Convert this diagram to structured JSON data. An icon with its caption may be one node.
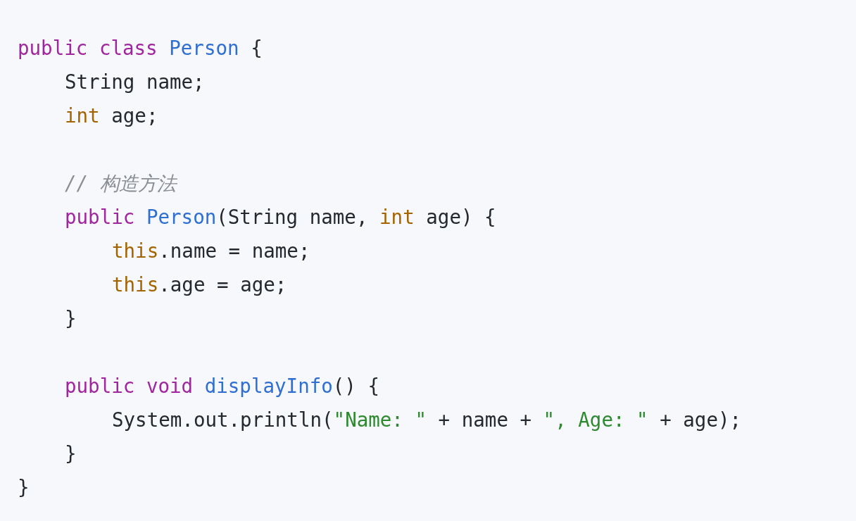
{
  "diagram": {
    "labels": [
      "public class",
      "Person",
      "{",
      "String name;",
      "int",
      "age;",
      "// 构造方法",
      "public",
      "Person",
      "(String name,",
      "int",
      "age) {",
      "this",
      ".name = name;",
      "this",
      ".age = age;",
      "}",
      "public void",
      "displayInfo",
      "() {",
      "System.out.println(",
      "\"Name: \"",
      "+ name +",
      "\", Age: \"",
      "+ age);",
      "}",
      "}"
    ]
  }
}
